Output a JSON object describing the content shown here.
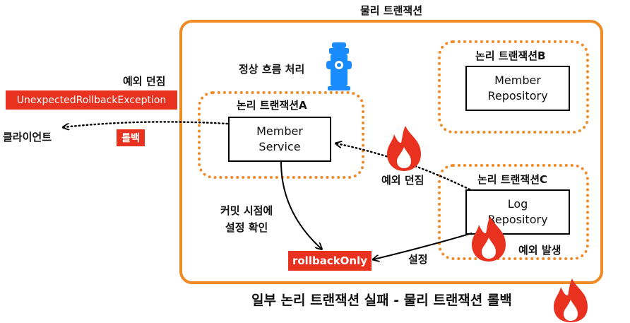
{
  "physical_tx": {
    "title": "물리 트랜잭션"
  },
  "logical_a": {
    "title": "논리 트랜잭션A",
    "box": "Member\nService"
  },
  "logical_b": {
    "title": "논리 트랜잭션B",
    "box": "Member\nRepository"
  },
  "logical_c": {
    "title": "논리 트랜잭션C",
    "box": "Log\nRepository"
  },
  "labels": {
    "normal_flow": "정상 흐름 처리",
    "throw_exception_left": "예외 던짐",
    "throw_exception_mid": "예외 던짐",
    "exception_occurs": "예외 발생",
    "commit_check": "커밋 시점에\n설정 확인",
    "set": "설정",
    "client": "클라이언트"
  },
  "tags": {
    "exception": "UnexpectedRollbackException",
    "rollback": "롤백",
    "rollback_only": "rollbackOnly"
  },
  "caption": "일부 논리 트랜잭션 실패 - 물리 트랜잭션 롤백",
  "colors": {
    "orange": "#f08a24",
    "red": "#e8321f",
    "blue": "#1a8bff"
  }
}
